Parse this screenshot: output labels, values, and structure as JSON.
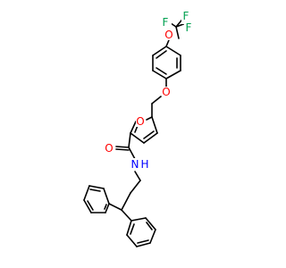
{
  "molecule": {
    "atoms": [
      {
        "id": "O1",
        "symbol": "O",
        "color": "#ff0000"
      },
      {
        "id": "F1",
        "symbol": "F",
        "color": "#00a050"
      },
      {
        "id": "F2",
        "symbol": "F",
        "color": "#00a050"
      },
      {
        "id": "F3",
        "symbol": "F",
        "color": "#00a050"
      },
      {
        "id": "O2",
        "symbol": "O",
        "color": "#ff0000"
      },
      {
        "id": "O3",
        "symbol": "O",
        "color": "#ff0000"
      },
      {
        "id": "O4",
        "symbol": "O",
        "color": "#ff0000"
      },
      {
        "id": "N1",
        "symbol": "N",
        "color": "#0000ff"
      },
      {
        "id": "H1",
        "symbol": "H",
        "color": "#0000ff"
      }
    ]
  }
}
